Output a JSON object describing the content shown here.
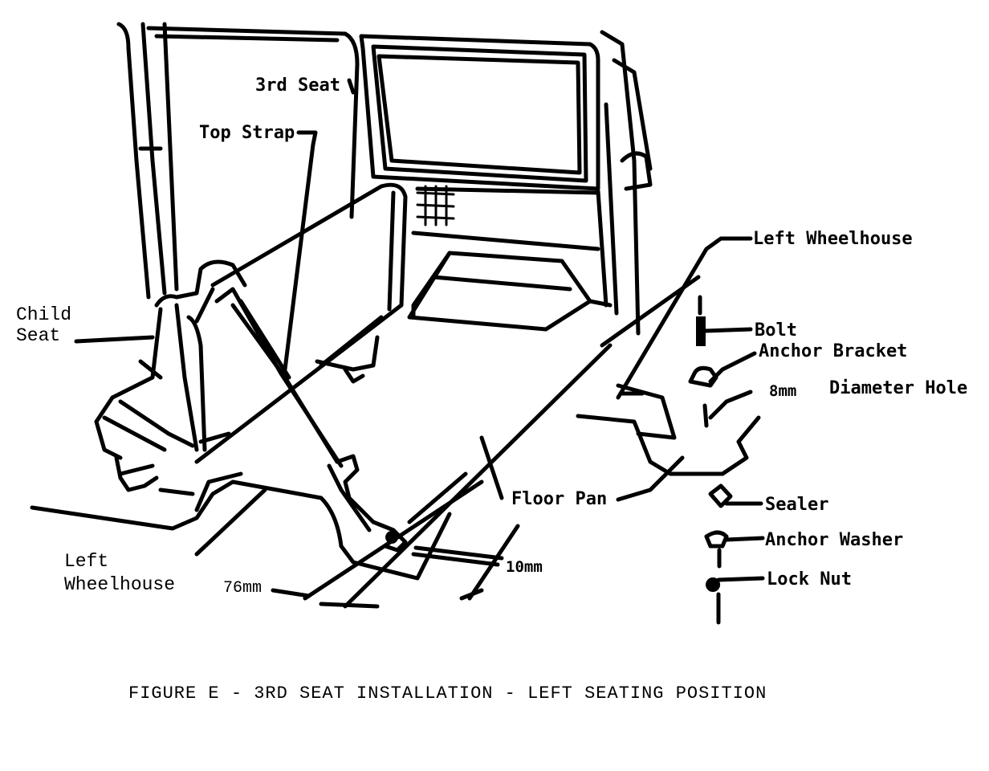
{
  "labels": {
    "third_seat": "3rd Seat",
    "top_strap": "Top Strap",
    "child_seat_line1": "Child",
    "child_seat_line2": "Seat",
    "left_wheelhouse_top": "Left Wheelhouse",
    "bolt": "Bolt",
    "anchor_bracket": "Anchor Bracket",
    "hole_size": "8mm",
    "diameter_hole": "Diameter Hole",
    "sealer": "Sealer",
    "anchor_washer": "Anchor Washer",
    "lock_nut": "Lock Nut",
    "floor_pan": "Floor Pan",
    "dim_10mm": "10mm",
    "left_wheelhouse_line1": "Left",
    "left_wheelhouse_line2": "Wheelhouse",
    "dim_76mm": "76mm"
  },
  "caption": "FIGURE E - 3RD SEAT INSTALLATION - LEFT SEATING POSITION"
}
